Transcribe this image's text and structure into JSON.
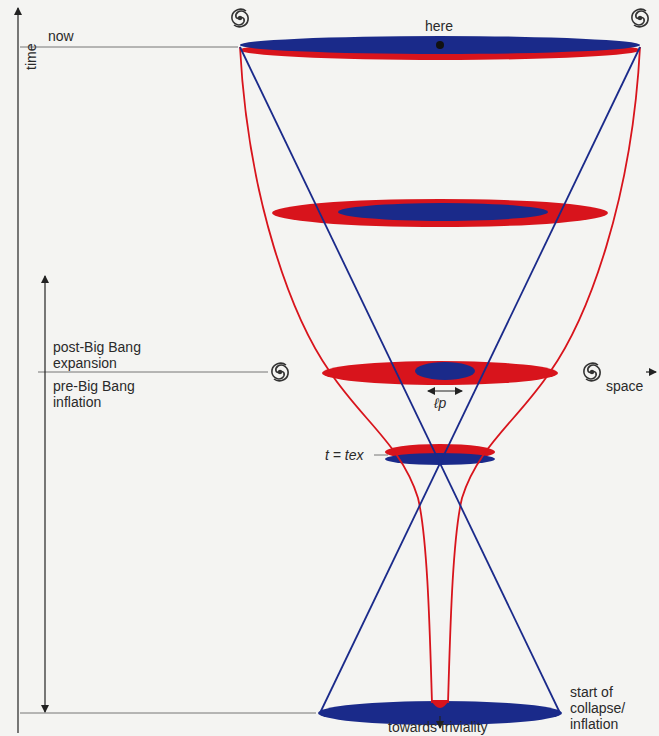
{
  "diagram": {
    "labels": [
      "time",
      "now",
      "here",
      "post-Big Bang expansion",
      "pre-Big Bang inflation",
      "space",
      "ℓp",
      "t = tex",
      "start of collapse/ inflation",
      "towards triviality"
    ]
  }
}
